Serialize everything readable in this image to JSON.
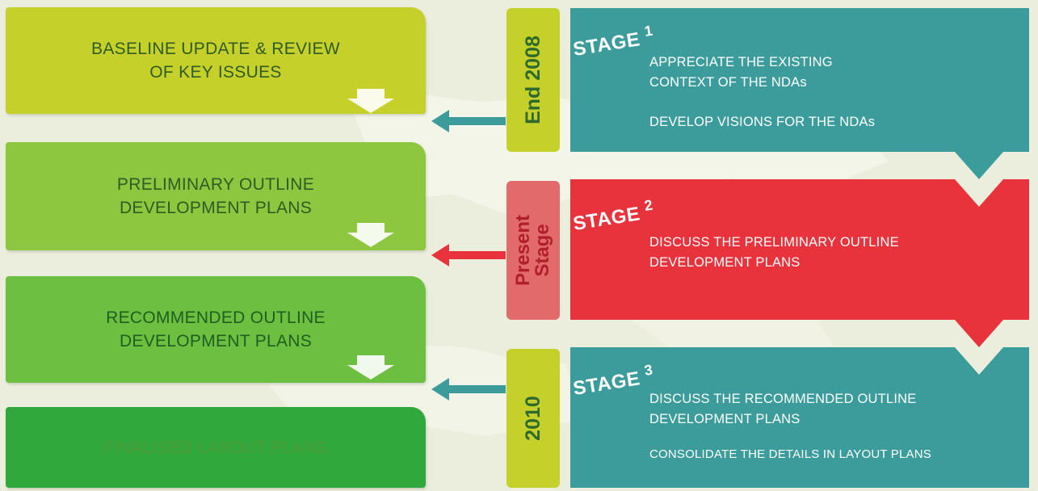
{
  "left_steps": [
    {
      "label": "BASELINE UPDATE & REVIEW\nOF KEY ISSUES"
    },
    {
      "label": "PRELIMINARY OUTLINE\nDEVELOPMENT PLANS"
    },
    {
      "label": "RECOMMENDED OUTLINE\nDEVELOPMENT PLANS"
    },
    {
      "label": "FINALISED LAYOUT PLANS"
    }
  ],
  "tags": [
    {
      "label": "End 2008"
    },
    {
      "label": "Present\nStage"
    },
    {
      "label": "2010"
    }
  ],
  "stages": [
    {
      "word": "STAGE",
      "number": "1",
      "lines": [
        "APPRECIATE THE EXISTING\nCONTEXT OF THE NDAs",
        "DEVELOP VISIONS FOR THE NDAs"
      ]
    },
    {
      "word": "STAGE",
      "number": "2",
      "lines": [
        "DISCUSS THE PRELIMINARY OUTLINE\nDEVELOPMENT PLANS"
      ]
    },
    {
      "word": "STAGE",
      "number": "3",
      "lines": [
        "DISCUSS THE RECOMMENDED OUTLINE\nDEVELOPMENT PLANS",
        "CONSOLIDATE THE DETAILS IN LAYOUT PLANS"
      ]
    }
  ],
  "colors": {
    "step1": "#c5d12a",
    "step2": "#8dc63f",
    "step3": "#6cbf3f",
    "step4": "#31a83b",
    "stage_teal": "#3c9c9c",
    "stage_red": "#e8323c",
    "arrow_teal": "#3c9c9c",
    "arrow_red": "#e8323c"
  }
}
